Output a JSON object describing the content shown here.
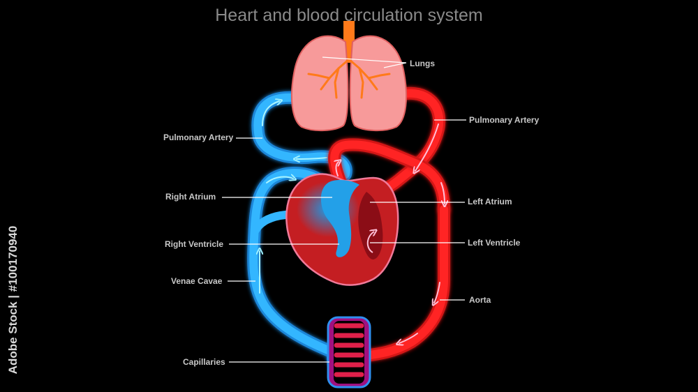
{
  "title": "Heart and blood circulation system",
  "labels": {
    "lungs": "Lungs",
    "pulmonary_artery_left": "Pulmonary Artery",
    "pulmonary_artery_right": "Pulmonary Artery",
    "right_atrium": "Right Atrium",
    "left_atrium": "Left Atrium",
    "right_ventricle": "Right Ventricle",
    "left_ventricle": "Left Ventricle",
    "venae_cavae": "Venae Cavae",
    "aorta": "Aorta",
    "capillaries": "Capillaries"
  },
  "watermark": {
    "text": "Adobe Stock",
    "id_text": "Adobe Stock | #100170940"
  },
  "colors": {
    "background": "#000000",
    "vein_blue": "#2aa6f5",
    "artery_red": "#ff1a1a",
    "lung_pink": "#f79a9a",
    "heart_red": "#c41e22",
    "label_gray": "#c8c8c8"
  }
}
